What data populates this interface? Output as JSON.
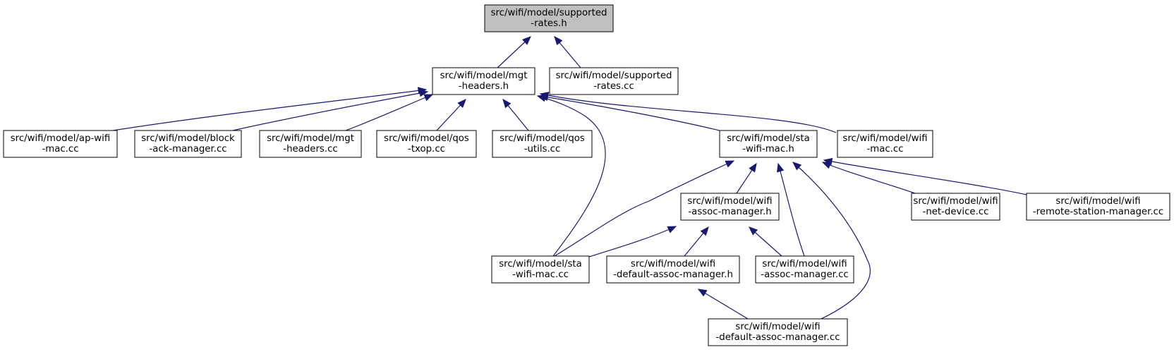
{
  "graph": {
    "nodes": [
      {
        "id": "supported_rates_h",
        "line1": "src/wifi/model/supported",
        "line2": "-rates.h",
        "focus": true
      },
      {
        "id": "mgt_headers_h",
        "line1": "src/wifi/model/mgt",
        "line2": "-headers.h"
      },
      {
        "id": "supported_rates_cc",
        "line1": "src/wifi/model/supported",
        "line2": "-rates.cc"
      },
      {
        "id": "ap_wifi_mac_cc",
        "line1": "src/wifi/model/ap-wifi",
        "line2": "-mac.cc"
      },
      {
        "id": "block_ack_manager_cc",
        "line1": "src/wifi/model/block",
        "line2": "-ack-manager.cc"
      },
      {
        "id": "mgt_headers_cc",
        "line1": "src/wifi/model/mgt",
        "line2": "-headers.cc"
      },
      {
        "id": "qos_txop_cc",
        "line1": "src/wifi/model/qos",
        "line2": "-txop.cc"
      },
      {
        "id": "qos_utils_cc",
        "line1": "src/wifi/model/qos",
        "line2": "-utils.cc"
      },
      {
        "id": "sta_wifi_mac_h",
        "line1": "src/wifi/model/sta",
        "line2": "-wifi-mac.h"
      },
      {
        "id": "wifi_mac_cc",
        "line1": "src/wifi/model/wifi",
        "line2": "-mac.cc"
      },
      {
        "id": "wifi_assoc_manager_h",
        "line1": "src/wifi/model/wifi",
        "line2": "-assoc-manager.h"
      },
      {
        "id": "wifi_net_device_cc",
        "line1": "src/wifi/model/wifi",
        "line2": "-net-device.cc"
      },
      {
        "id": "wifi_remote_station_manager_cc",
        "line1": "src/wifi/model/wifi",
        "line2": "-remote-station-manager.cc"
      },
      {
        "id": "sta_wifi_mac_cc",
        "line1": "src/wifi/model/sta",
        "line2": "-wifi-mac.cc"
      },
      {
        "id": "wifi_default_assoc_manager_h",
        "line1": "src/wifi/model/wifi",
        "line2": "-default-assoc-manager.h"
      },
      {
        "id": "wifi_assoc_manager_cc",
        "line1": "src/wifi/model/wifi",
        "line2": "-assoc-manager.cc"
      },
      {
        "id": "wifi_default_assoc_manager_cc",
        "line1": "src/wifi/model/wifi",
        "line2": "-default-assoc-manager.cc"
      }
    ],
    "edges": [
      {
        "from": "mgt_headers_h",
        "to": "supported_rates_h"
      },
      {
        "from": "supported_rates_cc",
        "to": "supported_rates_h"
      },
      {
        "from": "ap_wifi_mac_cc",
        "to": "mgt_headers_h"
      },
      {
        "from": "block_ack_manager_cc",
        "to": "mgt_headers_h"
      },
      {
        "from": "mgt_headers_cc",
        "to": "mgt_headers_h"
      },
      {
        "from": "qos_txop_cc",
        "to": "mgt_headers_h"
      },
      {
        "from": "qos_utils_cc",
        "to": "mgt_headers_h"
      },
      {
        "from": "sta_wifi_mac_cc",
        "to": "mgt_headers_h"
      },
      {
        "from": "sta_wifi_mac_h",
        "to": "mgt_headers_h"
      },
      {
        "from": "wifi_mac_cc",
        "to": "mgt_headers_h"
      },
      {
        "from": "wifi_assoc_manager_h",
        "to": "sta_wifi_mac_h"
      },
      {
        "from": "sta_wifi_mac_cc",
        "to": "sta_wifi_mac_h"
      },
      {
        "from": "wifi_assoc_manager_cc",
        "to": "sta_wifi_mac_h"
      },
      {
        "from": "wifi_default_assoc_manager_cc",
        "to": "sta_wifi_mac_h"
      },
      {
        "from": "wifi_net_device_cc",
        "to": "sta_wifi_mac_h"
      },
      {
        "from": "wifi_remote_station_manager_cc",
        "to": "sta_wifi_mac_h"
      },
      {
        "from": "sta_wifi_mac_cc",
        "to": "wifi_assoc_manager_h"
      },
      {
        "from": "wifi_default_assoc_manager_h",
        "to": "wifi_assoc_manager_h"
      },
      {
        "from": "wifi_assoc_manager_cc",
        "to": "wifi_assoc_manager_h"
      },
      {
        "from": "wifi_default_assoc_manager_cc",
        "to": "wifi_default_assoc_manager_h"
      }
    ]
  },
  "colors": {
    "focus_fill": "#bfbfbf",
    "edge": "#191970",
    "border": "#000000"
  }
}
